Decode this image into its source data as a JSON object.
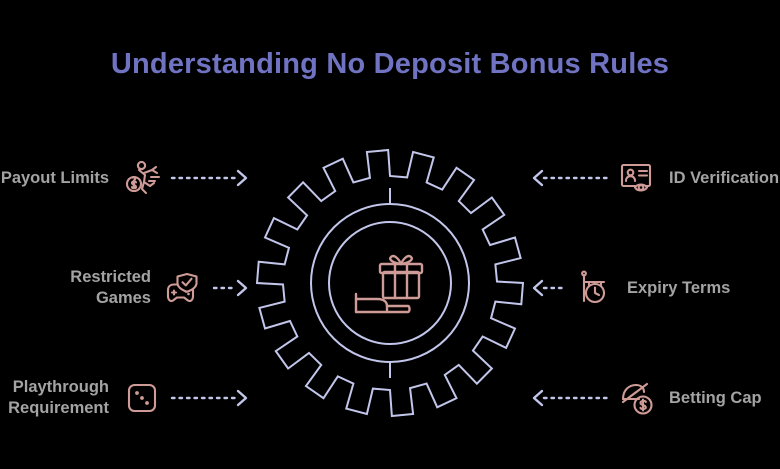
{
  "page": {
    "background_color": "#000000",
    "title": "Understanding No Deposit Bonus Rules",
    "title_color": "#6f73c2",
    "label_color": "#a3a3a3",
    "accent_line_color": "#c2c6ea",
    "accent_icon_color": "#cf9b96"
  },
  "center": {
    "icon_name": "gift-on-hand-icon",
    "gear_name": "gear-outline",
    "gear_teeth": 18
  },
  "left_items": [
    {
      "label": "Payout Limits",
      "icon": "running-person-with-money-bag-icon",
      "connector": "dotted-arrow-right",
      "connector_dots": 10
    },
    {
      "label": "Restricted\nGames",
      "icon": "gamepad-shield-check-icon",
      "connector": "dotted-arrow-right-short",
      "connector_dots": 3
    },
    {
      "label": "Playthrough\nRequirement",
      "icon": "dice-icon",
      "connector": "dotted-arrow-right",
      "connector_dots": 10
    }
  ],
  "right_items": [
    {
      "label": "ID Verification",
      "icon": "id-card-eye-icon",
      "connector": "dotted-arrow-left",
      "connector_dots": 10
    },
    {
      "label": "Expiry Terms",
      "icon": "clock-timer-icon",
      "connector": "dotted-arrow-left-short",
      "connector_dots": 3
    },
    {
      "label": "Betting Cap",
      "icon": "capped-dollar-icon",
      "connector": "dotted-arrow-left",
      "connector_dots": 10
    }
  ]
}
